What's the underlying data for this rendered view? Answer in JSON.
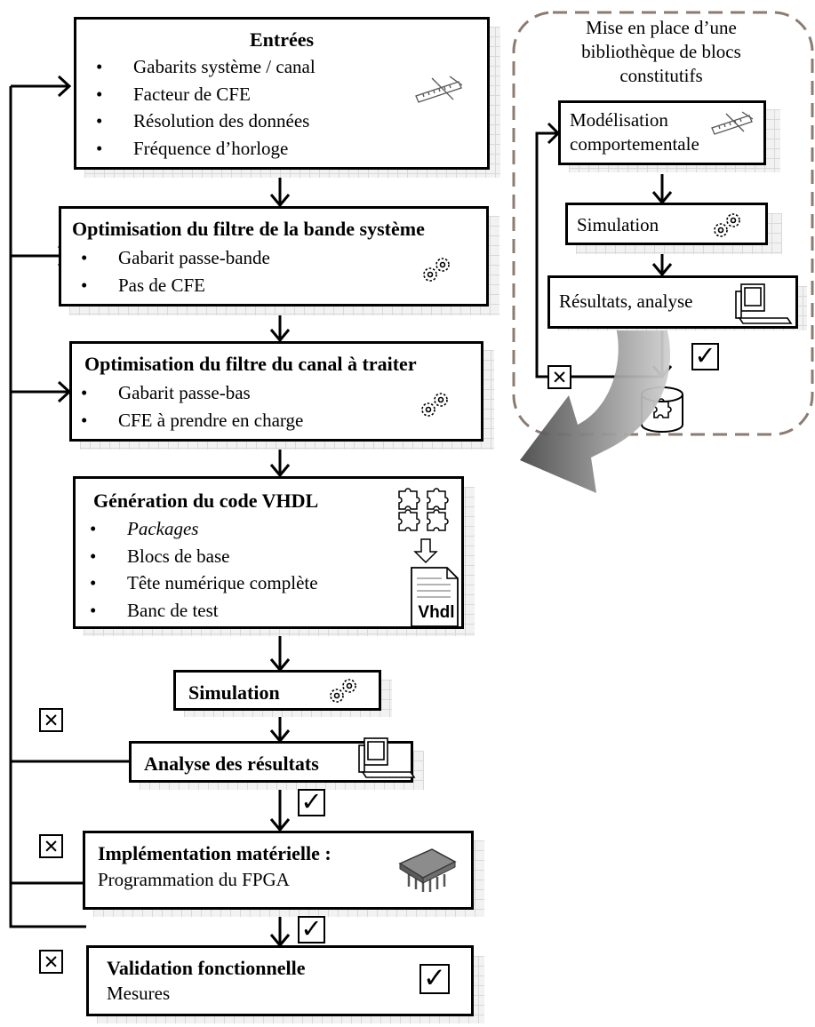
{
  "flow": {
    "inputs": {
      "title": "Entrées",
      "items": [
        "Gabarits système / canal",
        "Facteur de CFE",
        "Résolution des données",
        "Fréquence d’horloge"
      ]
    },
    "system_band": {
      "title": "Optimisation du filtre de la bande système",
      "items": [
        "Gabarit passe-bande",
        "Pas de CFE"
      ]
    },
    "channel": {
      "title": "Optimisation du filtre du canal à traiter",
      "items": [
        "Gabarit passe-bas",
        "CFE à prendre en charge"
      ]
    },
    "vhdl": {
      "title": "Génération du code VHDL",
      "items": [
        "Packages",
        "Blocs de base",
        "Tête numérique complète",
        "Banc de test"
      ],
      "file_label": "Vhdl"
    },
    "simulation": {
      "title": "Simulation"
    },
    "analysis": {
      "title": "Analyse des résultats"
    },
    "implementation": {
      "title": "Implémentation matérielle :",
      "subtitle": "Programmation du FPGA"
    },
    "validation": {
      "title": "Validation fonctionnelle",
      "subtitle": "Mesures"
    }
  },
  "library": {
    "header": [
      "Mise en place d’une",
      "bibliothèque de blocs",
      "constitutifs"
    ],
    "modeling": [
      "Modélisation",
      "comportementale"
    ],
    "simulation": "Simulation",
    "results": "Résultats, analyse"
  },
  "symbols": {
    "check": "✓",
    "cross": "✕"
  },
  "colors": {
    "arrow_dark": "#4a4a4a",
    "arrow_light": "#d0d0d0",
    "dashed_border": "#8b7b72",
    "grid": "#d9d9d9"
  }
}
